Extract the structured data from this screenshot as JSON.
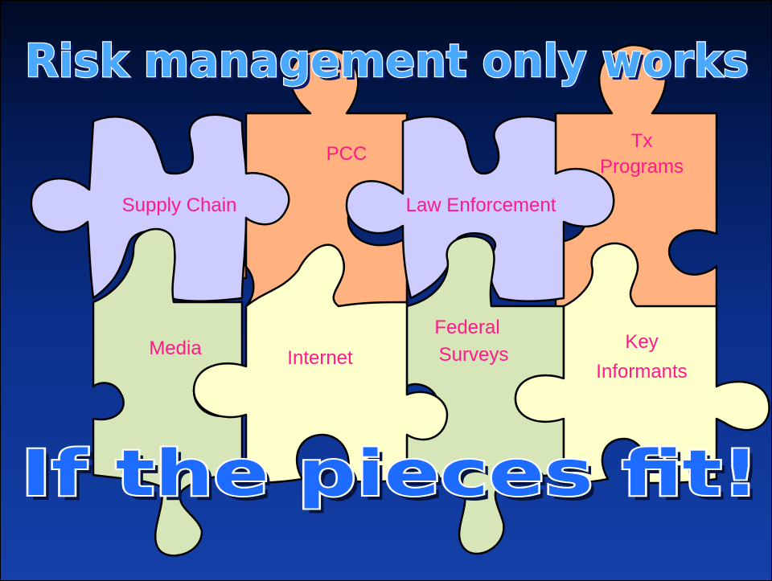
{
  "slide": {
    "title": "Risk management only works",
    "footer": "If the pieces fit!"
  },
  "pieces": {
    "supply_chain": "Supply Chain",
    "pcc": "PCC",
    "law_enforcement": "Law Enforcement",
    "tx_programs_line1": "Tx",
    "tx_programs_line2": "Programs",
    "media": "Media",
    "internet": "Internet",
    "federal_surveys_line1": "Federal",
    "federal_surveys_line2": "Surveys",
    "key_informants_line1": "Key",
    "key_informants_line2": "Informants"
  },
  "colors": {
    "lavender": "#ccccff",
    "peach": "#ffb27f",
    "sage": "#d6e6b8",
    "cream": "#ffffcc",
    "label": "#ff1a8c"
  }
}
